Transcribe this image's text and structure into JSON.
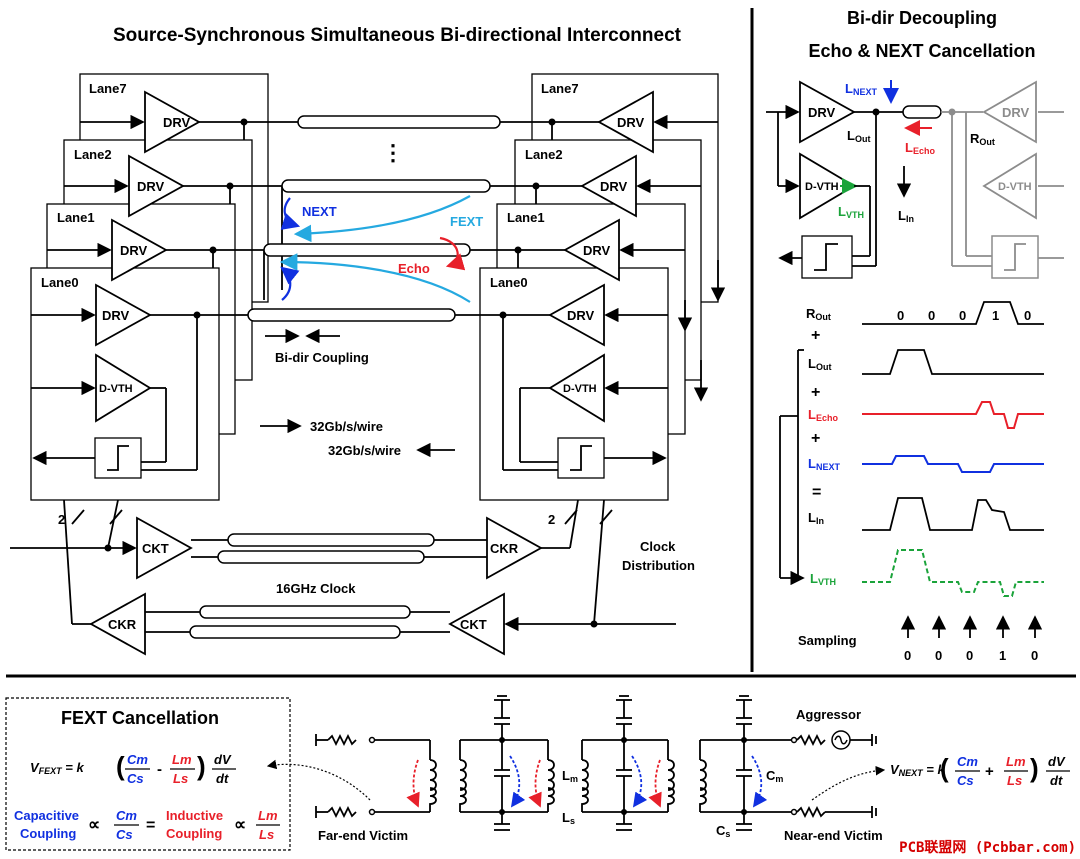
{
  "titles": {
    "main": "Source-Synchronous Simultaneous Bi-directional Interconnect",
    "right_line1": "Bi-dir Decoupling",
    "right_line2": "Echo & NEXT Cancellation",
    "fext": "FEXT Cancellation"
  },
  "lanes_left": [
    "Lane7",
    "Lane2",
    "Lane1",
    "Lane0"
  ],
  "lanes_right": [
    "Lane7",
    "Lane2",
    "Lane1",
    "Lane0"
  ],
  "blocks": {
    "drv": "DRV",
    "dvth": "D-VTH",
    "ckt": "CKT",
    "ckr": "CKR"
  },
  "labels": {
    "next": "NEXT",
    "fext": "FEXT",
    "echo": "Echo",
    "bidir_coupling": "Bi-dir Coupling",
    "rate_tx": "32Gb/s/wire",
    "rate_rx": "32Gb/s/wire",
    "clock_16": "16GHz Clock",
    "clock_dist_1": "Clock",
    "clock_dist_2": "Distribution",
    "bus_width_left": "2",
    "bus_width_right": "2",
    "ellipsis": "⋮"
  },
  "decoupling": {
    "l_next": "L",
    "l_next_sub": "NEXT",
    "l_out": "L",
    "l_out_sub": "Out",
    "l_echo": "L",
    "l_echo_sub": "Echo",
    "l_vth": "L",
    "l_vth_sub": "VTH",
    "l_in": "L",
    "l_in_sub": "In",
    "r_out": "R",
    "r_out_sub": "Out"
  },
  "waveforms": {
    "r_out_bits": [
      "0",
      "0",
      "0",
      "1",
      "0"
    ],
    "plus": "+",
    "equals": "=",
    "sampling_label": "Sampling",
    "sampling_bits": [
      "0",
      "0",
      "0",
      "1",
      "0"
    ],
    "colors": {
      "echo": "#e8202a",
      "next": "#1030e0",
      "vth": "#1aa33a"
    }
  },
  "circuit": {
    "aggressor": "Aggressor",
    "far_end_victim": "Far-end Victim",
    "near_end_victim": "Near-end Victim",
    "lm": "L",
    "lm_sub": "m",
    "ls": "L",
    "ls_sub": "s",
    "cm": "C",
    "cm_sub": "m",
    "cs": "C",
    "cs_sub": "s"
  },
  "equations": {
    "vfext_lhs": "V",
    "vfext_sub": "FEXT",
    "eq_k": " = k",
    "cm": "Cm",
    "cs": "Cs",
    "lm": "Lm",
    "ls": "Ls",
    "minus": "-",
    "plus": "+",
    "dv": "dV",
    "dt": "dt",
    "vnext_lhs": "V",
    "vnext_sub": "NEXT",
    "cap_coupling_1": "Capacitive",
    "cap_coupling_2": "Coupling",
    "ind_coupling_1": "Inductive",
    "ind_coupling_2": "Coupling",
    "prop": "∝",
    "eq": "="
  },
  "watermark": "PCB联盟网 (Pcbbar.com)"
}
